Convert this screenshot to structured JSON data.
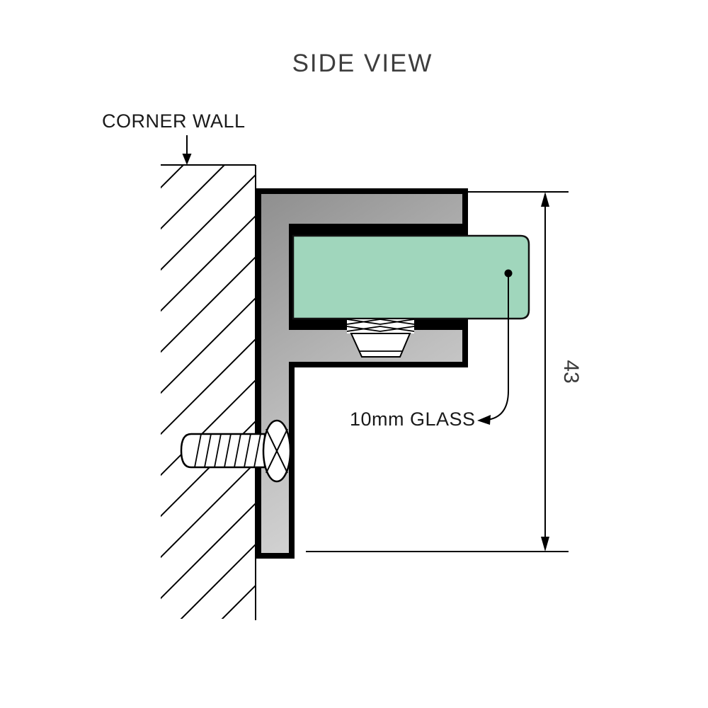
{
  "title": "SIDE VIEW",
  "wall": {
    "label": "CORNER WALL"
  },
  "glass": {
    "label": "10mm GLASS"
  },
  "dimension": {
    "value": "43"
  },
  "colors": {
    "outline": "#000000",
    "text_title": "#3d3d3d",
    "text_label": "#1a1a1a",
    "metal_dark": "#8e8e8e",
    "metal_mid": "#bfbfbf",
    "metal_light": "#e8e8e8",
    "glass": "#a0d6bc"
  }
}
